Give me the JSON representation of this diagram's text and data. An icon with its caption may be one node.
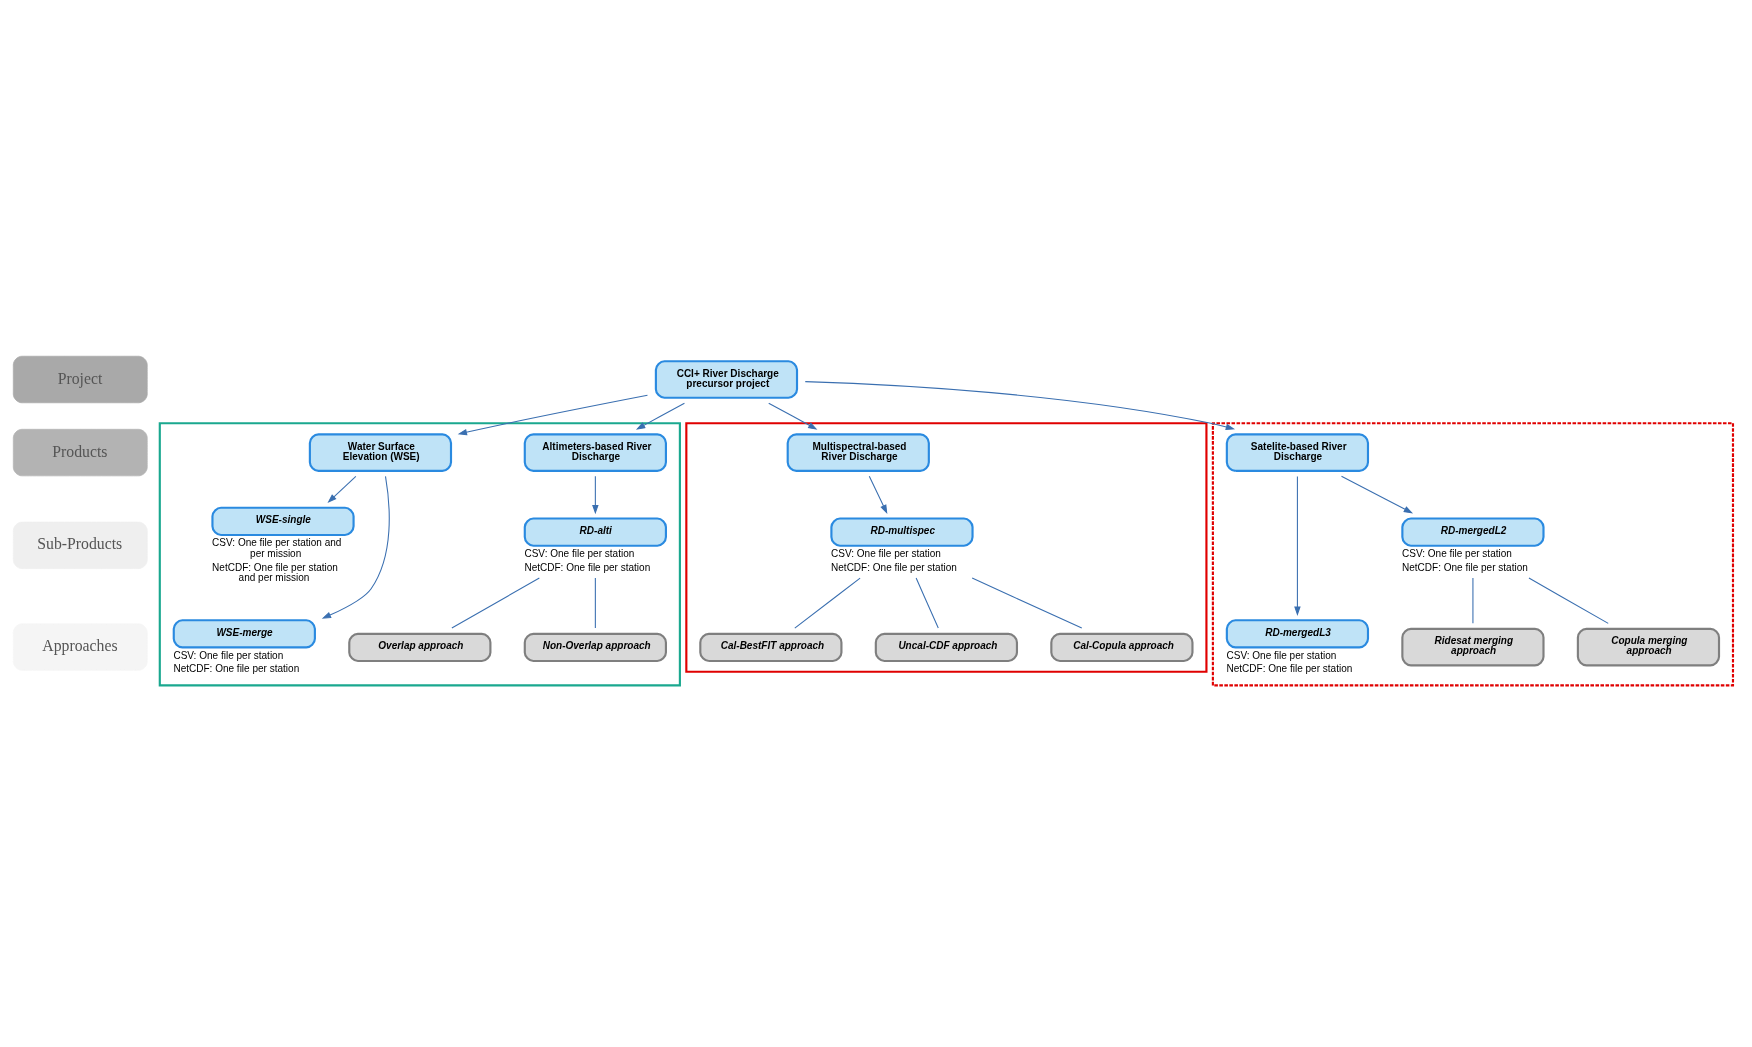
{
  "diagram": {
    "nodes": [
      {
        "text": [
          "Project"
        ]
      },
      {
        "text": [
          "Products"
        ]
      },
      {
        "text": [
          "Sub-Products"
        ]
      },
      {
        "text": [
          "Approaches"
        ]
      },
      {
        "text": [],
        "shape": "box"
      },
      {
        "text": [],
        "shape": "box"
      },
      {
        "text": [],
        "shape": "box"
      },
      {
        "text": [
          "CCI+ River Discharge precursor project"
        ]
      },
      {
        "text": [
          "Water Surface Elevation (WSE)"
        ],
        "in": 4
      },
      {
        "text": [
          "Altimeters-based River Discharge"
        ],
        "in": 4
      },
      {
        "text": [
          "Multispectral-based River Discharge"
        ],
        "in": 5
      },
      {
        "text": [
          "Satelite-based River Discharge"
        ],
        "in": 6
      },
      {
        "text": [
          "WSE-single"
        ],
        "in": 4,
        "beside": [
          "CSV: One file per station and per mission",
          "NetCDF: One file per station and per mission"
        ]
      },
      {
        "text": [
          "WSE-merge"
        ],
        "in": 4,
        "beside": [
          "CSV: One file per station",
          "NetCDF: One file per station"
        ]
      },
      {
        "text": [
          "RD-alti"
        ],
        "in": 4,
        "beside": [
          "CSV: One file per station",
          "NetCDF: One file per station"
        ]
      },
      {
        "text": [
          "RD-multispec"
        ],
        "in": 5,
        "beside": [
          "CSV: One file per station",
          "NetCDF: One file per station"
        ]
      },
      {
        "text": [
          "RD-mergedL2"
        ],
        "in": 6,
        "beside": [
          "CSV: One file per station",
          "NetCDF: One file per station"
        ]
      },
      {
        "text": [
          "RD-mergedL3"
        ],
        "in": 6,
        "beside": [
          "CSV: One file per station",
          "NetCDF: One file per station"
        ]
      },
      {
        "text": [
          "Overlap approach"
        ],
        "in": 4
      },
      {
        "text": [
          "Non-Overlap approach"
        ],
        "in": 4
      },
      {
        "text": [
          "Cal-Copula approach"
        ],
        "in": 5
      },
      {
        "text": [
          "Cal-BestFIT approach"
        ],
        "in": 5
      },
      {
        "text": [
          "Uncal-CDF approach"
        ],
        "in": 5
      },
      {
        "text": [
          "Ridesat merging approach"
        ],
        "in": 6
      },
      {
        "text": [
          "Copula merging approach"
        ],
        "in": 6
      }
    ],
    "edges": [
      {
        "from": 7,
        "to": 8,
        "arrow": "to"
      },
      {
        "from": 7,
        "to": 9,
        "arrow": "to"
      },
      {
        "from": 7,
        "to": 10,
        "arrow": "to"
      },
      {
        "from": 7,
        "to": 11,
        "arrow": "to"
      },
      {
        "from": 8,
        "to": 12,
        "arrow": "to"
      },
      {
        "from": 8,
        "to": 13,
        "arrow": "to"
      },
      {
        "from": 9,
        "to": 14,
        "arrow": "to"
      },
      {
        "from": 10,
        "to": 15,
        "arrow": "to"
      },
      {
        "from": 11,
        "to": 16,
        "arrow": "to"
      },
      {
        "from": 11,
        "to": 17,
        "arrow": "to"
      },
      {
        "from": 14,
        "to": 18,
        "arrow": "none"
      },
      {
        "from": 14,
        "to": 19,
        "arrow": "none"
      },
      {
        "from": 15,
        "to": 20,
        "arrow": "none"
      },
      {
        "from": 15,
        "to": 21,
        "arrow": "none"
      },
      {
        "from": 15,
        "to": 22,
        "arrow": "none"
      },
      {
        "from": 16,
        "to": 23,
        "arrow": "none"
      },
      {
        "from": 16,
        "to": 24,
        "arrow": "none"
      }
    ]
  }
}
